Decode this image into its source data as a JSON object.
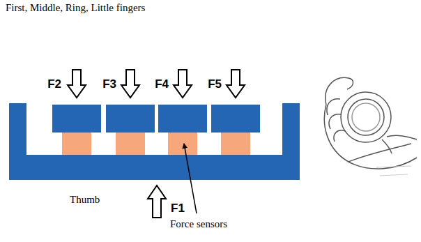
{
  "diagram": {
    "labels": [
      "First, Middle, Ring, Little fingers",
      "F2",
      "F3",
      "F4",
      "F5",
      "Thumb",
      "F1",
      "Force sensors"
    ]
  }
}
